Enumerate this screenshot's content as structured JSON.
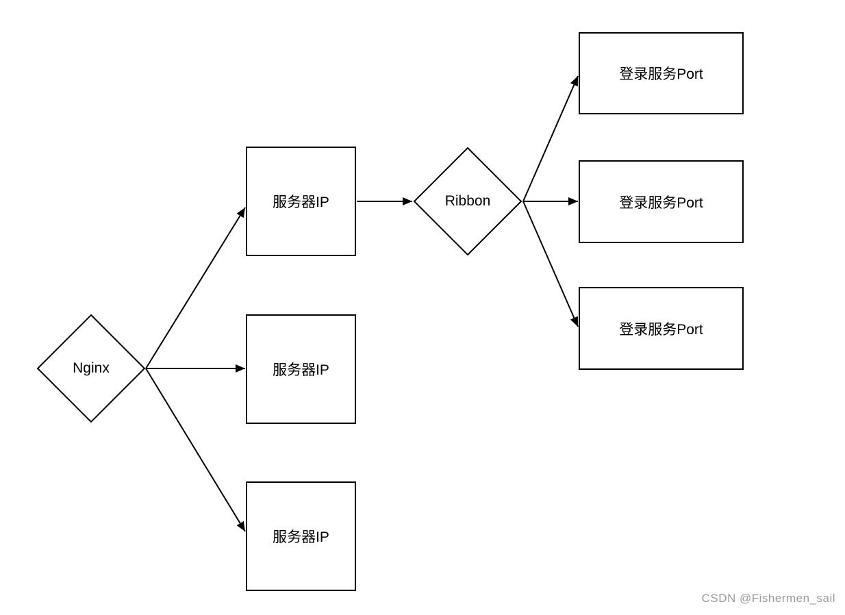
{
  "diagram": {
    "nodes": {
      "nginx": {
        "label": "Nginx",
        "shape": "diamond"
      },
      "server_ip_1": {
        "label": "服务器IP",
        "shape": "rect"
      },
      "server_ip_2": {
        "label": "服务器IP",
        "shape": "rect"
      },
      "server_ip_3": {
        "label": "服务器IP",
        "shape": "rect"
      },
      "ribbon": {
        "label": "Ribbon",
        "shape": "diamond"
      },
      "login_port_1": {
        "label": "登录服务Port",
        "shape": "rect"
      },
      "login_port_2": {
        "label": "登录服务Port",
        "shape": "rect"
      },
      "login_port_3": {
        "label": "登录服务Port",
        "shape": "rect"
      }
    },
    "edges": [
      {
        "from": "nginx",
        "to": "server_ip_1"
      },
      {
        "from": "nginx",
        "to": "server_ip_2"
      },
      {
        "from": "nginx",
        "to": "server_ip_3"
      },
      {
        "from": "server_ip_1",
        "to": "ribbon"
      },
      {
        "from": "ribbon",
        "to": "login_port_1"
      },
      {
        "from": "ribbon",
        "to": "login_port_2"
      },
      {
        "from": "ribbon",
        "to": "login_port_3"
      }
    ],
    "colors": {
      "stroke": "#000000",
      "node_fill": "#ffffff",
      "background": "#ffffff",
      "watermark": "#9a9a9a"
    }
  },
  "watermark": {
    "text": "CSDN @Fishermen_sail"
  }
}
